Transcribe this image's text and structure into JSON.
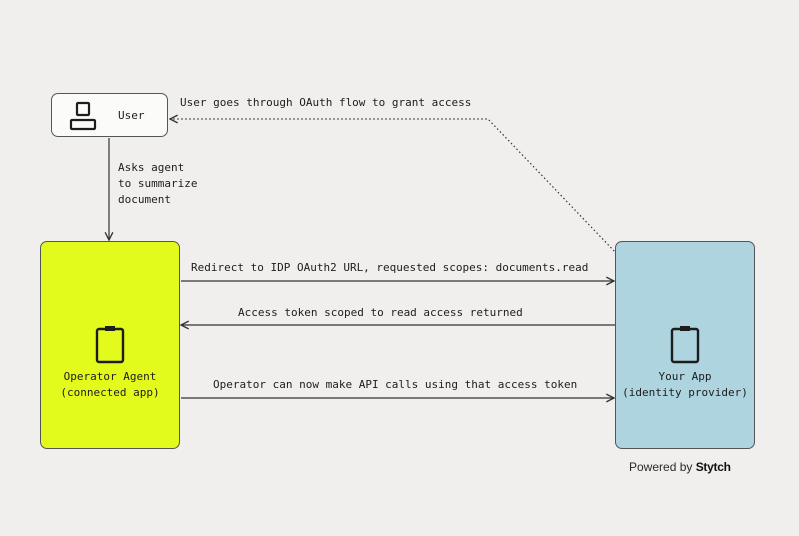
{
  "nodes": {
    "user": {
      "label": "User",
      "icon": "user-icon"
    },
    "agent": {
      "title": "Operator Agent",
      "subtitle": "(connected app)",
      "icon": "phone-icon",
      "color": "#e3fb1c"
    },
    "app": {
      "title": "Your App",
      "subtitle": "(identity provider)",
      "icon": "phone-icon",
      "color": "#add4df"
    }
  },
  "edges": {
    "oauth_flow": "User goes through OAuth flow to grant access",
    "asks_agent": [
      "Asks agent",
      "to summarize",
      "document"
    ],
    "redirect": "Redirect to IDP OAuth2 URL, requested scopes: documents.read",
    "token_returned": "Access token scoped to read access returned",
    "api_calls": "Operator can now make API calls using that access token"
  },
  "footer": {
    "powered_by": "Powered by",
    "brand": "Stytch"
  },
  "colors": {
    "background": "#f0efee",
    "stroke": "#333333"
  }
}
